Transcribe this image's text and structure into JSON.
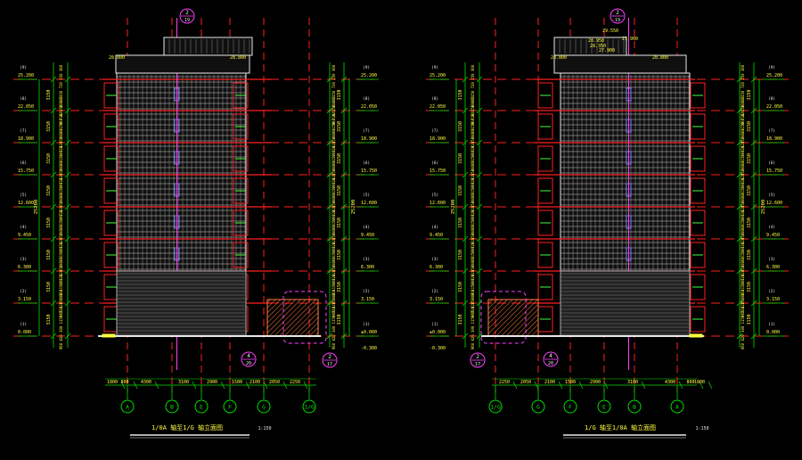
{
  "app": {
    "background": "#000000"
  },
  "colors": {
    "grid_red": "#ff2020",
    "facade_white": "#e8e8e8",
    "dim_green": "#00e000",
    "text_yellow": "#ffff40",
    "callout_magenta": "#ff40ff",
    "window_blue": "#8080ff",
    "hatch_orange": "#ff8040"
  },
  "left": {
    "title": "1/0A 轴至1/G 轴立面图",
    "scale": "1:150",
    "callout_top": {
      "num": "2",
      "sub": "19"
    },
    "callout_bottom_a": {
      "num": "4",
      "sub": "20"
    },
    "callout_bottom_b": {
      "num": "2",
      "sub": "17"
    },
    "roof_levels": [
      "28.800",
      "28.800"
    ],
    "axis_labels": [
      "A",
      "B",
      "E",
      "F",
      "G",
      "1/G"
    ],
    "bottom_dims": [
      "1800",
      "800",
      "4300",
      "3100",
      "2900",
      "1500",
      "2100",
      "2050",
      "2250"
    ],
    "elev_left": [
      "25.200",
      "22.050",
      "18.900",
      "15.750",
      "12.600",
      "9.450",
      "6.300",
      "3.150",
      "0.000"
    ],
    "elev_right": [
      "25.200",
      "22.050",
      "18.900",
      "15.750",
      "12.600",
      "9.450",
      "6.300",
      "3.150",
      "±0.000",
      "-0.300"
    ],
    "floor_tags": [
      "(9)",
      "(8)",
      "(7)",
      "(6)",
      "(5)",
      "(4)",
      "(3)",
      "(2)",
      "(1)"
    ],
    "story_dims": [
      "3150",
      "3150",
      "3150",
      "3150",
      "3150",
      "3150",
      "3150",
      "3150"
    ],
    "total_dim": "25200",
    "dim_chain": "960 420 300 1150 720 150 360"
  },
  "right": {
    "title": "1/G 轴至1/0A 轴立面图",
    "scale": "1:150",
    "callout_top": {
      "num": "2",
      "sub": "19"
    },
    "callout_bottom_a": {
      "num": "4",
      "sub": "20"
    },
    "callout_bottom_b": {
      "num": "2",
      "sub": "17"
    },
    "roof_levels": [
      "28.800",
      "28.800"
    ],
    "roof_top_levels": [
      "29.550",
      "28.950",
      "28.350",
      "27.900",
      "27.900"
    ],
    "axis_labels": [
      "1/G",
      "G",
      "F",
      "E",
      "B",
      "A"
    ],
    "bottom_dims": [
      "2250",
      "2050",
      "2100",
      "1500",
      "2900",
      "3100",
      "4300",
      "800",
      "1800"
    ],
    "elev_left": [
      "25.200",
      "22.050",
      "18.900",
      "15.750",
      "12.600",
      "9.450",
      "6.300",
      "3.150",
      "±0.000",
      "-0.300"
    ],
    "elev_right": [
      "25.200",
      "22.050",
      "18.900",
      "15.750",
      "12.600",
      "9.450",
      "6.300",
      "3.150",
      "0.000"
    ],
    "floor_tags": [
      "(9)",
      "(8)",
      "(7)",
      "(6)",
      "(5)",
      "(4)",
      "(3)",
      "(2)",
      "(1)"
    ],
    "story_dims": [
      "3150",
      "3150",
      "3150",
      "3150",
      "3150",
      "3150",
      "3150",
      "3150"
    ],
    "total_dim": "25200",
    "dim_chain": "960 420 300 1150 720 150 360"
  }
}
